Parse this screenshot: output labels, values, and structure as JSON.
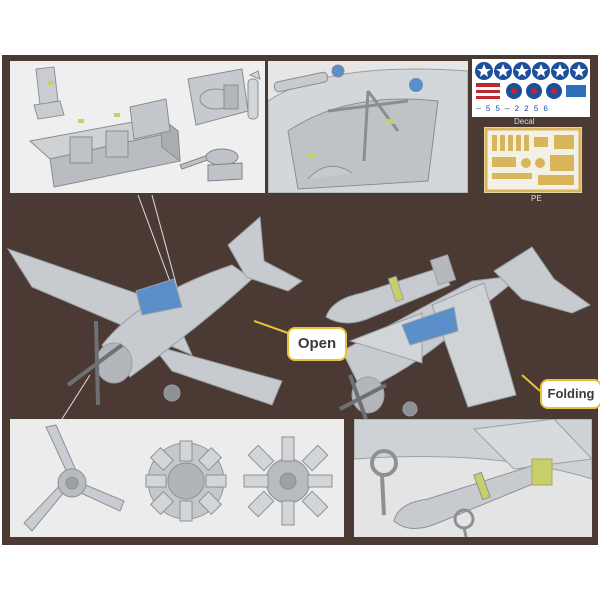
{
  "labels": {
    "decal": "Decal",
    "pe": "PE",
    "open": "Open",
    "folding": "Folding"
  },
  "colors": {
    "background": "#4a3a33",
    "callout_border": "#e9c23a",
    "canopy": "#5a8fc9",
    "model_gray": "#c7cbcf",
    "clip_yellow": "#c8cf6a",
    "photo_etch": "#d9b55a",
    "decal_blue": "#1d4f9a",
    "decal_red": "#c0262d"
  },
  "decal_sheet": {
    "insignia_count": 6,
    "small_marks": "— 5 5 — 2 2 5 6"
  }
}
